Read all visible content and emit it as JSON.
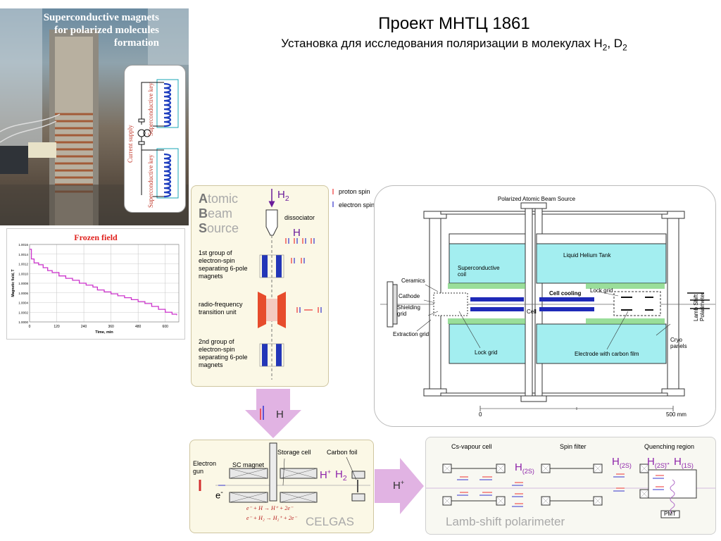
{
  "title": "Проект МНТЦ 1861",
  "subtitle_text": "Установка для исследования поляризации в молекулах H",
  "subtitle_sub1": "2",
  "subtitle_mid": ", D",
  "subtitle_sub2": "2",
  "photo": {
    "caption_line1": "Superconductive magnets",
    "caption_line2": "for polarized molecules",
    "caption_line3": "formation",
    "key_top": "Superconductive key",
    "key_bottom": "Superconductive key",
    "current_supply": "Current supply"
  },
  "frozen_chart": {
    "title": "Frozen field",
    "ylabel": "Magnetic field, T",
    "xlabel": "Time, min",
    "y_ticks": [
      "1.0016",
      "1.0014",
      "1.0012",
      "1.0010",
      "1.0008",
      "1.0006",
      "1.0004",
      "1.0002",
      "1.0000"
    ],
    "x_ticks": [
      "0",
      "120",
      "240",
      "360",
      "480",
      "600"
    ]
  },
  "chart_data": {
    "type": "line",
    "title": "Frozen field",
    "xlabel": "Time, min",
    "ylabel": "Magnetic field, T",
    "xlim": [
      0,
      660
    ],
    "ylim": [
      1.0,
      1.0016
    ],
    "grid": true,
    "color": "#cc33cc",
    "x": [
      0,
      8,
      20,
      40,
      60,
      80,
      100,
      130,
      160,
      190,
      220,
      250,
      280,
      300,
      330,
      360,
      390,
      420,
      450,
      480,
      510,
      540,
      570,
      600,
      630,
      650
    ],
    "y": [
      1.0015,
      1.0013,
      1.00122,
      1.00118,
      1.00112,
      1.00106,
      1.00102,
      1.00095,
      1.0009,
      1.00086,
      1.0008,
      1.00076,
      1.00072,
      1.00066,
      1.00062,
      1.00058,
      1.00054,
      1.0005,
      1.00046,
      1.00042,
      1.00038,
      1.00032,
      1.00026,
      1.0002,
      1.00016,
      1.00014
    ]
  },
  "abs_panel": {
    "atomic": "A",
    "atomic_rest": "tomic",
    "beam": "B",
    "beam_rest": "eam",
    "source": "S",
    "source_rest": "ource",
    "h2": "H",
    "h2_sub": "2",
    "dissociator": "dissociator",
    "h_atom": "H",
    "group1": [
      "1st group of",
      "electron-spin",
      "separating 6-pole",
      "magnets"
    ],
    "rf": [
      "radio-frequency",
      "transition unit"
    ],
    "group2": [
      "2nd group of",
      "electron-spin",
      "separating 6-pole",
      "magnets"
    ],
    "proton_spin": "proton spin",
    "electron_spin": "electron spin",
    "arrow_h": "H"
  },
  "pabs": {
    "title": "Polarized Atomic Beam Source",
    "liquid_helium": "Liquid Helium Tank",
    "sc_coil_1": "Superconductive",
    "sc_coil_2": "coil",
    "ceramics": "Ceramics",
    "cathode": "Cathode",
    "shielding_1": "Shielding",
    "shielding_2": "grid",
    "extraction": "Extraction grid",
    "cell_cooling": "Cell cooling",
    "lock_grid_top": "Lock grid",
    "cell": "Cell",
    "lock_grid_bottom": "Lock grid",
    "electrode": "Electrode with carbon film",
    "cryo_1": "Cryo",
    "cryo_2": "panels",
    "lamb_1": "Lamb Shift",
    "lamb_2": "Polarimeter",
    "scale_0": "0",
    "scale_500": "500 mm"
  },
  "celgas": {
    "electron_1": "Electron",
    "electron_2": "gun",
    "sc_magnet": "SC magnet",
    "storage": "Storage cell",
    "carbon": "Carbon foil",
    "e_minus": "e",
    "h_plus": "H",
    "h2_plus": "H",
    "h2_sub": "2",
    "reaction_1": "e⁻ + H → H⁺ + 2e⁻",
    "reaction_2": "e⁻ + H₂ → H₂⁺ + 2e⁻",
    "label": "CELGAS",
    "arrow_h": "H"
  },
  "lamb": {
    "cs_cell": "Cs-vapour cell",
    "spin_filter": "Spin filter",
    "quenching": "Quenching region",
    "h2s_a": "H",
    "h2s_a_sub": "(2S)",
    "h2s_b": "H",
    "h2s_b_sub": "(2S)",
    "q_h2s": "H",
    "q_h2s_sub": "(2S)",
    "q_h1s": "H",
    "q_h1s_sub": "(1S)",
    "pmt": "PMT",
    "label": "Lamb-shift polarimeter"
  }
}
